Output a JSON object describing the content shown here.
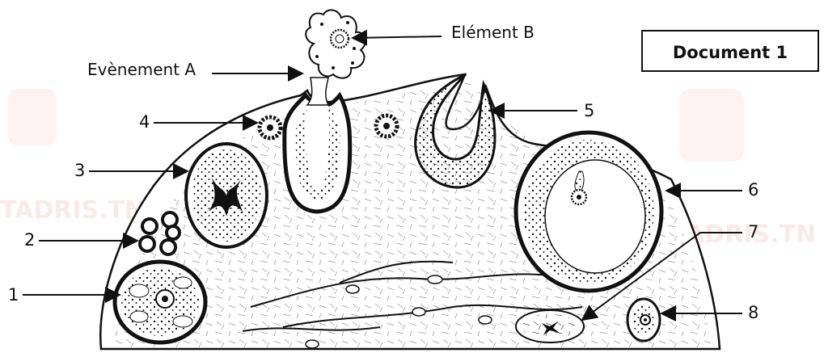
{
  "document_title": "Document 1",
  "annotations": {
    "event_a": "Evènement A",
    "element_b": "Elément B"
  },
  "numbers": [
    "1",
    "2",
    "3",
    "4",
    "5",
    "6",
    "7",
    "8"
  ],
  "watermark": "TADRIS.TN",
  "colors": {
    "ink": "#111111",
    "paper": "#ffffff",
    "watermark": "#d9534f"
  }
}
